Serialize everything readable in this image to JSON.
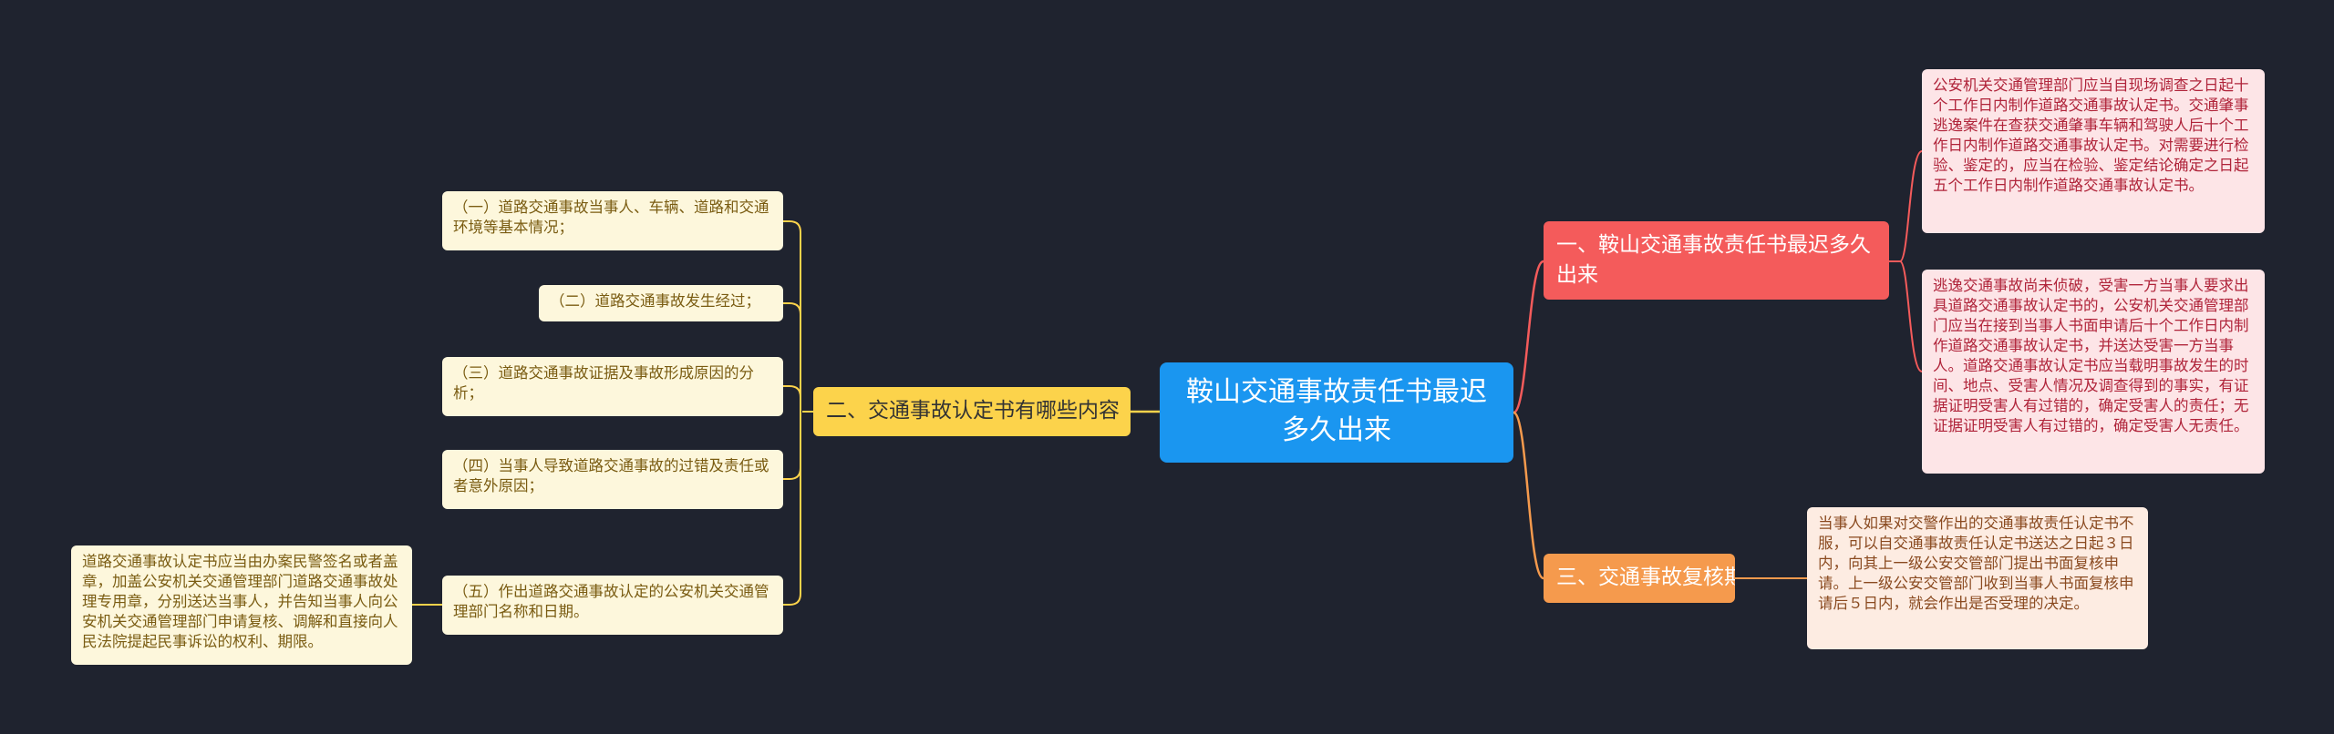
{
  "root": {
    "text": "鞍山交通事故责任书最迟多久出来"
  },
  "branches": {
    "one": {
      "label": "一、鞍山交通事故责任书最迟多久出来",
      "leaves": [
        "公安机关交通管理部门应当自现场调查之日起十个工作日内制作道路交通事故认定书。交通肇事逃逸案件在查获交通肇事车辆和驾驶人后十个工作日内制作道路交通事故认定书。对需要进行检验、鉴定的，应当在检验、鉴定结论确定之日起五个工作日内制作道路交通事故认定书。",
        "逃逸交通事故尚未侦破，受害一方当事人要求出具道路交通事故认定书的，公安机关交通管理部门应当在接到当事人书面申请后十个工作日内制作道路交通事故认定书，并送达受害一方当事人。道路交通事故认定书应当载明事故发生的时间、地点、受害人情况及调查得到的事实，有证据证明受害人有过错的，确定受害人的责任；无证据证明受害人有过错的，确定受害人无责任。"
      ]
    },
    "three": {
      "label": "三、交通事故复核期限",
      "leaves": [
        "当事人如果对交警作出的交通事故责任认定书不服，可以自交通事故责任认定书送达之日起３日内，向其上一级公安交管部门提出书面复核申请。上一级公安交管部门收到当事人书面复核申请后５日内，就会作出是否受理的决定。"
      ]
    },
    "two": {
      "label": "二、交通事故认定书有哪些内容",
      "leaves": [
        "（一）道路交通事故当事人、车辆、道路和交通环境等基本情况；",
        "（二）道路交通事故发生经过；",
        "（三）道路交通事故证据及事故形成原因的分析；",
        "（四）当事人导致道路交通事故的过错及责任或者意外原因；",
        "（五）作出道路交通事故认定的公安机关交通管理部门名称和日期。"
      ],
      "subleaf": "道路交通事故认定书应当由办案民警签名或者盖章，加盖公安机关交通管理部门道路交通事故处理专用章，分别送达当事人，并告知当事人向公安机关交通管理部门申请复核、调解和直接向人民法院提起民事诉讼的权利、期限。"
    }
  },
  "colors": {
    "background": "#1f232f",
    "root": "#1a96f0",
    "branch_one": "#f45b5b",
    "branch_three": "#f59a4d",
    "branch_two": "#fcd34b",
    "leaf_pink": "#fde5e7",
    "leaf_peach": "#fdece2",
    "leaf_cream": "#fdf7dc"
  }
}
